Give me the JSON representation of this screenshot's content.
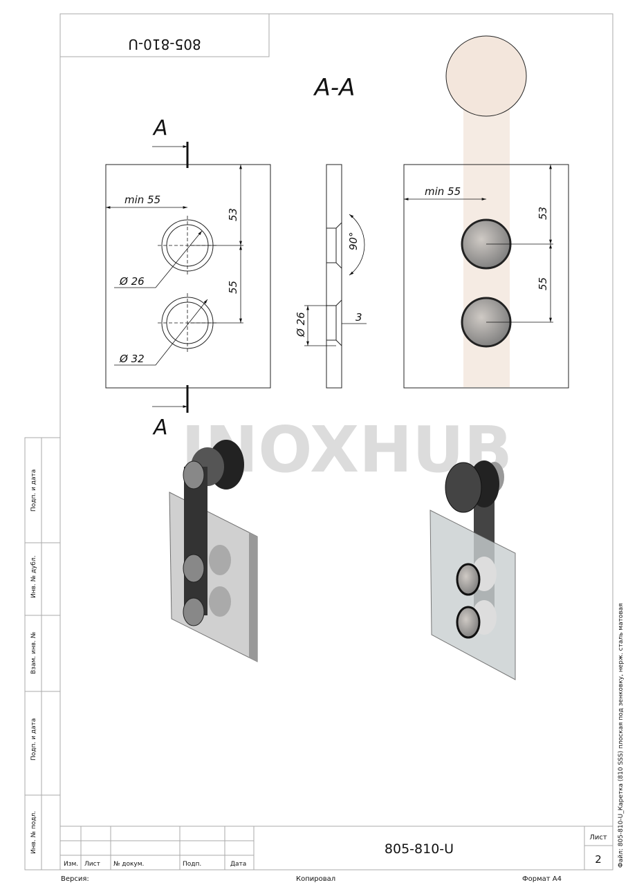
{
  "drawing_number": "805-810-U",
  "top_stamp": "805-810-U",
  "section_title": "A-A",
  "section_mark": "A",
  "dimensions": {
    "min_offset": "min 55",
    "top_distance": "53",
    "hole_spacing": "55",
    "inner_diameter": "Ø 26",
    "outer_diameter": "Ø 32",
    "countersink_angle": "90°",
    "depth_diameter": "Ø 26",
    "thickness": "3"
  },
  "watermark": "INOXHUB",
  "side_stamps": [
    "Подп. и дата",
    "Инв. № дубл.",
    "Взам. инв. №",
    "Подп. и дата",
    "Инв. № подл."
  ],
  "title_block": {
    "headers": [
      "Изм.",
      "Лист",
      "№ докум.",
      "Подп.",
      "Дата"
    ],
    "sheet_label": "Лист",
    "sheet_number": "2"
  },
  "footer": {
    "version": "Версия:",
    "copied": "Копировал",
    "format": "Формат А4"
  },
  "file_caption": "Файл: 805-810-U_Каретка (810 SSS) плоская под зенковку, нерж. сталь матовая"
}
